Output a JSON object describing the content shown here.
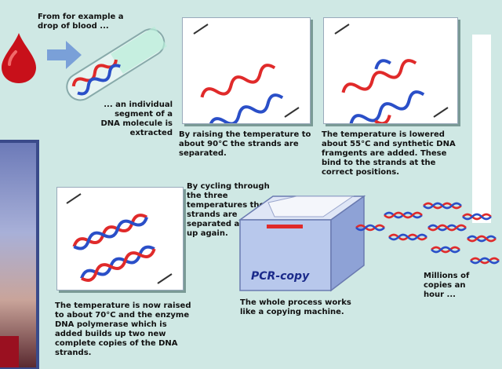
{
  "captions": {
    "blood_drop": "From for example a drop of blood ...",
    "segment_extracted": "... an individual segment of a DNA molecule is extracted",
    "separated": "By raising the temperature to about 90°C the strands are separated.",
    "lowered": "The temperature is lowered about 55°C and synthetic DNA framgents are added. These bind to the strands at the correct positions.",
    "cycling": "By cycling through the three temperatures the strands are separated and built up again.",
    "polymerase": "The temperature is now raised to about 70°C and the enzyme DNA polymerase which is added builds up two new complete copies of the DNA strands.",
    "copy_machine": "The whole process works like a copying machine.",
    "millions": "Millions of copies an hour ..."
  },
  "machine": {
    "label": "PCR-copy"
  },
  "colors": {
    "background": "#cfe8e4",
    "strand_red": "#e02a2a",
    "strand_blue": "#2a4fc8",
    "blood": "#c8101a",
    "arrow": "#7aa0d8",
    "machine_body": "#b8c8ec"
  }
}
